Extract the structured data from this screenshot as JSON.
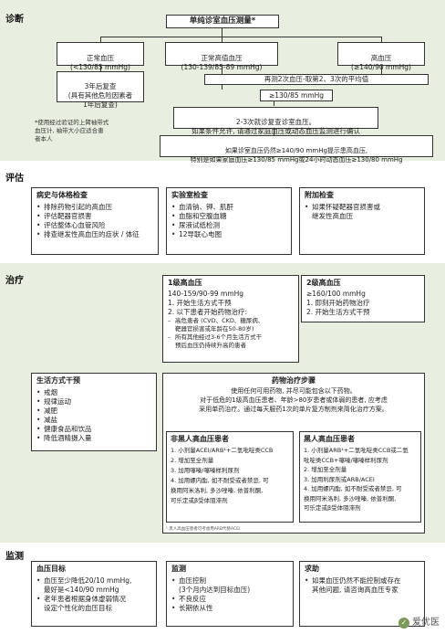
{
  "sections": {
    "diagnosis": "诊断",
    "assessment": "评估",
    "treatment": "治疗",
    "monitoring": "监测"
  },
  "diagnosis": {
    "top": "单纯诊室血压测量*",
    "normal": "正常血压\n(<130/85 mmHg)",
    "high_normal": "正常高值血压\n(130-139/85-89 mmHg)",
    "high": "高血压\n(≥140/90 mmHg)",
    "recheck": "3年后复查\n(具有其他危险因素者\n1年后复查)",
    "repeat_avg": "再测2次血压-取第2、3次的平均值",
    "threshold": "≥130/85 mmHg",
    "visits": "2-3次就诊复查诊室血压。\n如果条件允许, 请通过家庭血压或动态血压监测进行确认",
    "confirm": "如果诊室血压仍然≥140/90 mmHg提示患高血压,\n特别是如果家庭血压≥130/85 mmHg或24小时动态血压≥130/80 mmHg",
    "footnote": "*使用经过验证的上臂袖带式\n血压计, 袖带大小应适合患\n者本人"
  },
  "assessment": {
    "history": {
      "title": "病史与体格检查",
      "items": [
        "排除药物引起的高血压",
        "评估靶器官损害",
        "评估整体心血管风险",
        "排查继发性高血压的症状 / 体征"
      ]
    },
    "lab": {
      "title": "实验室检查",
      "items": [
        "血清钠、钾、肌酐",
        "血脂和空腹血糖",
        "尿液试纸检测",
        "12导联心电图"
      ]
    },
    "extra": {
      "title": "附加检查",
      "items": [
        "如果怀疑靶器官损害或\n继发性高血压"
      ]
    }
  },
  "treatment": {
    "grade1": {
      "title": "1级高血压",
      "range": "140-159/90-99 mmHg",
      "steps": [
        "1. 开始生活方式干预",
        "2. 以下患者开始药物治疗:"
      ],
      "subs": [
        "高危患者 (CVD、CKD、糖尿病、\n靶器官损害或年龄在50-80岁)",
        "所有其他经过3-6个月生活方式干\n预后血压仍持续升高的患者"
      ]
    },
    "grade2": {
      "title": "2级高血压",
      "range": "≥160/100 mmHg",
      "steps": [
        "1. 即刻开始药物治疗",
        "2. 开始生活方式干预"
      ]
    },
    "lifestyle": {
      "title": "生活方式干预",
      "items": [
        "戒烟",
        "规律运动",
        "减肥",
        "减盐",
        "健康食品和饮品",
        "降低酒精摄入量"
      ]
    },
    "drug": {
      "title": "药物治疗步骤",
      "desc": "使用任何可用药物, 并尽可能包含以下药物。\n对于低危的1级高血压患者、年龄>80岁患者或体弱的患者, 应考虑\n采用单药治疗。通过每天服药1次的单片复方制剂来简化治疗方案。"
    },
    "nonblack": {
      "title": "非黑人高血压患者",
      "items": [
        "1. 小剂量ACEI/ARB¹+二氢吡啶类CCB",
        "2. 增加至全剂量",
        "3. 加用噻嗪/噻嗪样利尿剂",
        "4. 加用螺内酯, 如不耐受或者禁忌, 可\n   换用阿米洛利, 多沙唑嗪, 依普利酮,\n   可乐定或β受体阻滞剂"
      ]
    },
    "black": {
      "title": "黑人高血压患者",
      "items": [
        "1. 小剂量ARB¹+二氢吡啶类CCB或二氢\n   吡啶类CCB+噻嗪/噻嗪样利尿剂",
        "2. 增加至全剂量",
        "3. 加用利尿剂或ARB/ACEI",
        "4. 加用螺内酯, 如不耐受或者禁忌, 可\n   换用阿米洛利, 多沙唑嗪, 依普利酮,\n   可乐定或β受体阻滞剂"
      ]
    },
    "footnote": "¹ 黑人高血压患者可考虑用ARB代替ACEI"
  },
  "monitoring": {
    "target": {
      "title": "血压目标",
      "items": [
        "血压至少降低20/10 mmHg,\n最好是<140/90 mmHg",
        "老年患者根据身体虚弱情况\n设定个性化的血压目标"
      ]
    },
    "monitor": {
      "title": "监测",
      "items": [
        "血压控制\n(3个月内达到目标血压)",
        "不良反应",
        "长期依从性"
      ]
    },
    "help": {
      "title": "求助",
      "items": [
        "如果血压仍然不能控制或存在\n其他问题, 请咨询高血压专家"
      ]
    }
  },
  "watermark": "爱优医"
}
